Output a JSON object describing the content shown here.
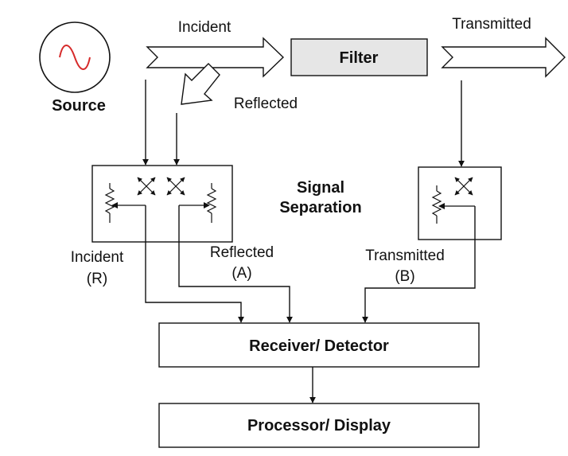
{
  "source": {
    "label": "Source"
  },
  "arrows": {
    "incident_label": "Incident",
    "reflected_label": "Reflected",
    "transmitted_label": "Transmitted"
  },
  "filter": {
    "label": "Filter"
  },
  "signal_separation": {
    "line1": "Signal",
    "line2": "Separation"
  },
  "ports": {
    "incident": {
      "line1": "Incident",
      "line2": "(R)"
    },
    "reflected": {
      "line1": "Reflected",
      "line2": "(A)"
    },
    "transmitted": {
      "line1": "Transmitted",
      "line2": "(B)"
    }
  },
  "receiver": {
    "label": "Receiver/ Detector"
  },
  "processor": {
    "label": "Processor/ Display"
  },
  "colors": {
    "filter_fill": "#e6e6e6",
    "sine_wave": "#d62a2a",
    "stroke": "#111111"
  }
}
